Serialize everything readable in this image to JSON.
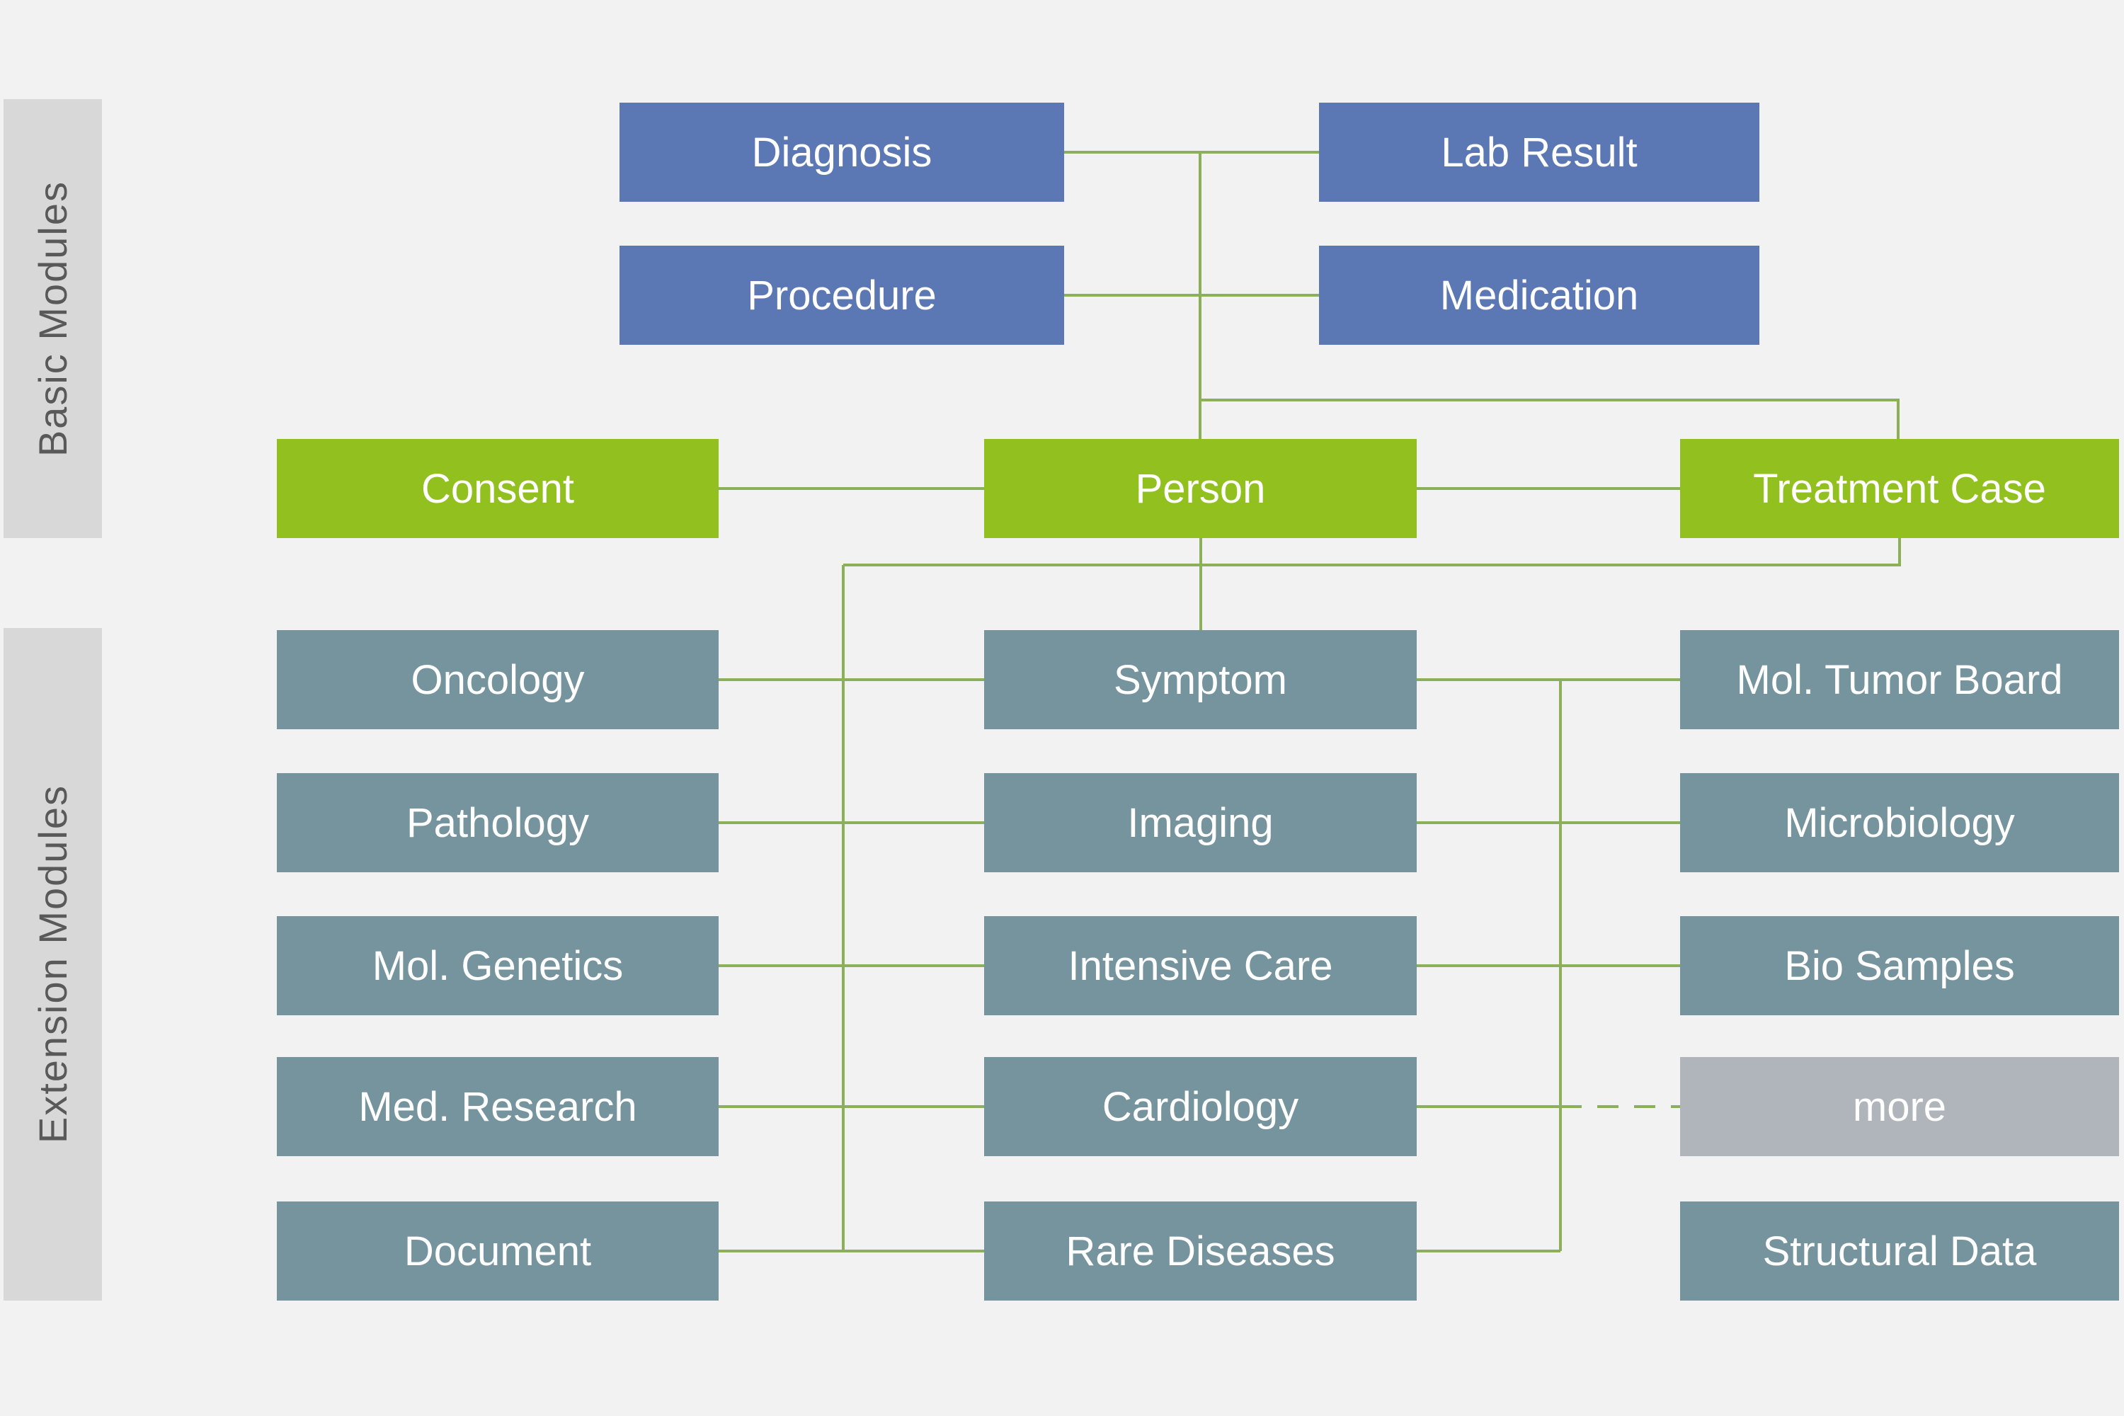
{
  "sidebar": {
    "basic": "Basic Modules",
    "extension": "Extension Modules"
  },
  "nodes": [
    {
      "id": "diagnosis",
      "label": "Diagnosis",
      "group": "basic"
    },
    {
      "id": "lab-result",
      "label": "Lab Result",
      "group": "basic"
    },
    {
      "id": "procedure",
      "label": "Procedure",
      "group": "basic"
    },
    {
      "id": "medication",
      "label": "Medication",
      "group": "basic"
    },
    {
      "id": "consent",
      "label": "Consent",
      "group": "basic-core"
    },
    {
      "id": "person",
      "label": "Person",
      "group": "basic-core"
    },
    {
      "id": "treatment-case",
      "label": "Treatment Case",
      "group": "basic-core"
    },
    {
      "id": "oncology",
      "label": "Oncology",
      "group": "extension"
    },
    {
      "id": "symptom",
      "label": "Symptom",
      "group": "extension"
    },
    {
      "id": "mol-tumor-board",
      "label": "Mol. Tumor Board",
      "group": "extension"
    },
    {
      "id": "pathology",
      "label": "Pathology",
      "group": "extension"
    },
    {
      "id": "imaging",
      "label": "Imaging",
      "group": "extension"
    },
    {
      "id": "microbiology",
      "label": "Microbiology",
      "group": "extension"
    },
    {
      "id": "mol-genetics",
      "label": "Mol. Genetics",
      "group": "extension"
    },
    {
      "id": "intensive-care",
      "label": "Intensive Care",
      "group": "extension"
    },
    {
      "id": "bio-samples",
      "label": "Bio Samples",
      "group": "extension"
    },
    {
      "id": "med-research",
      "label": "Med. Research",
      "group": "extension"
    },
    {
      "id": "cardiology",
      "label": "Cardiology",
      "group": "extension"
    },
    {
      "id": "more",
      "label": "more",
      "group": "extension-more"
    },
    {
      "id": "document",
      "label": "Document",
      "group": "extension"
    },
    {
      "id": "rare-diseases",
      "label": "Rare Diseases",
      "group": "extension"
    },
    {
      "id": "structural-data",
      "label": "Structural Data",
      "group": "extension"
    }
  ],
  "connections": [
    {
      "from": "diagnosis",
      "to": "lab-result",
      "style": "solid"
    },
    {
      "from": "procedure",
      "to": "medication",
      "style": "solid"
    },
    {
      "from": "diagnosis-labresult-junction",
      "to": "person",
      "style": "solid"
    },
    {
      "from": "person-junction",
      "to": "treatment-case",
      "style": "solid"
    },
    {
      "from": "consent",
      "to": "person",
      "style": "solid"
    },
    {
      "from": "person",
      "to": "treatment-case",
      "style": "solid"
    },
    {
      "from": "person",
      "to": "symptom",
      "style": "solid"
    },
    {
      "from": "treatment-case",
      "to": "extension-spine-left",
      "style": "solid"
    },
    {
      "from": "oncology",
      "to": "symptom",
      "style": "solid"
    },
    {
      "from": "pathology",
      "to": "imaging",
      "style": "solid"
    },
    {
      "from": "mol-genetics",
      "to": "intensive-care",
      "style": "solid"
    },
    {
      "from": "med-research",
      "to": "cardiology",
      "style": "solid"
    },
    {
      "from": "document",
      "to": "rare-diseases",
      "style": "solid"
    },
    {
      "from": "symptom",
      "to": "mol-tumor-board",
      "style": "solid"
    },
    {
      "from": "imaging",
      "to": "microbiology",
      "style": "solid"
    },
    {
      "from": "intensive-care",
      "to": "bio-samples",
      "style": "solid"
    },
    {
      "from": "cardiology",
      "to": "more",
      "style": "dashed"
    },
    {
      "from": "rare-diseases",
      "to": "extension-spine-right",
      "style": "solid"
    }
  ],
  "colors": {
    "background": "#f2f2f2",
    "blue": "#5b78b4",
    "green": "#92c01f",
    "teal": "#76949e",
    "more_gray": "#b0b5bb",
    "line_green": "#8cb05a",
    "sidebar_gray": "#d8d8d8",
    "sidebar_text": "#595959",
    "box_text": "#ffffff"
  }
}
